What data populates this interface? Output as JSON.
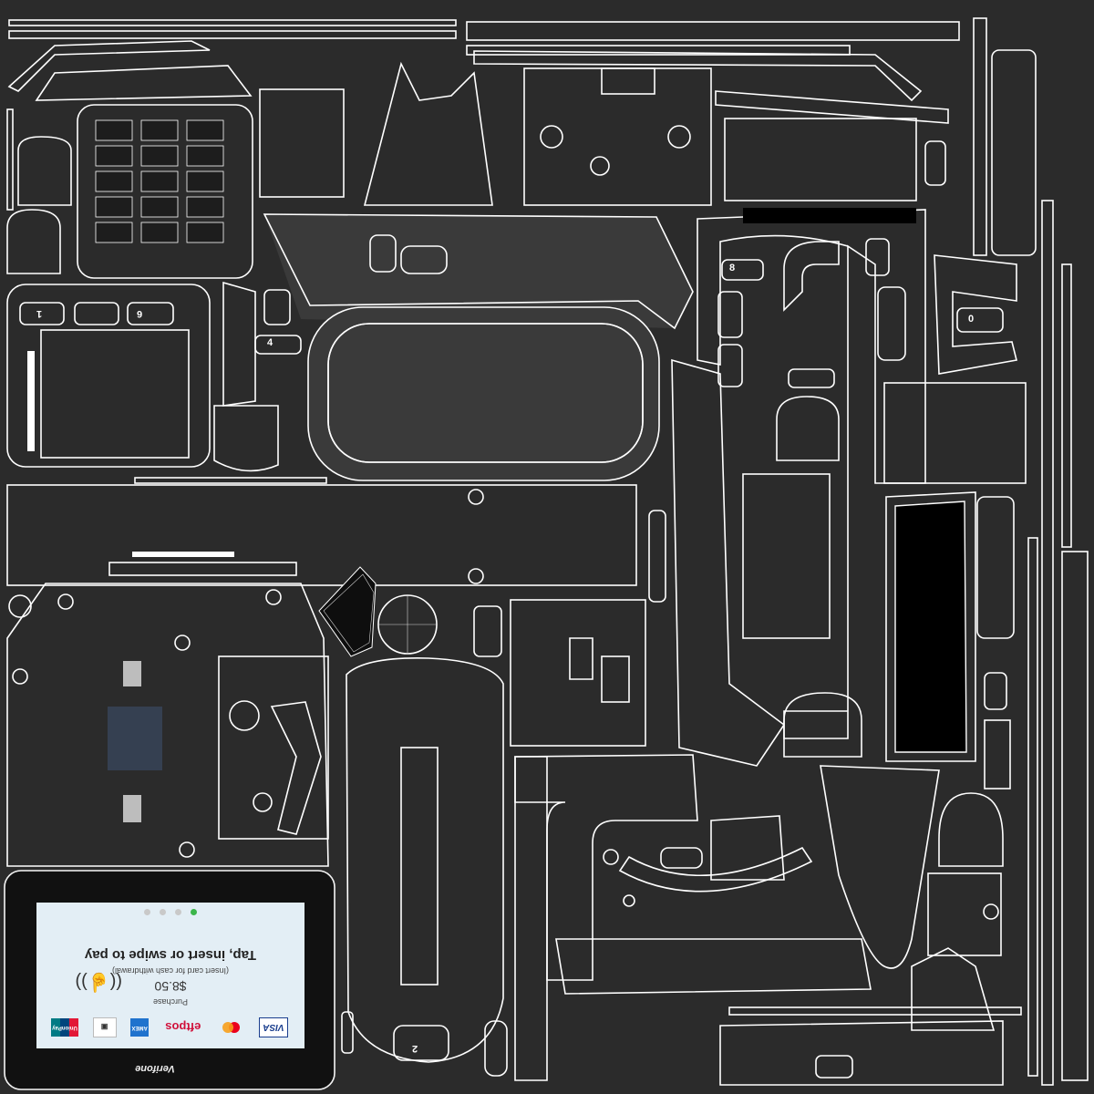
{
  "screen": {
    "prompt": "Tap, insert or swipe to pay",
    "hint": "(Insert card for cash withdrawal)",
    "amount": "$8.50",
    "purchase_label": "Purchase",
    "contactless_symbol": "((☝))",
    "logos": {
      "visa": "VISA",
      "efpos": "eftpos",
      "amex": "AMEX",
      "unionpay": "UnionPay"
    },
    "active_dot_color": "#3bb54a"
  },
  "brand": "Verifone",
  "keys": {
    "k1": "1",
    "k2": "2",
    "k4": "4",
    "k6": "6",
    "k8": "8",
    "k0": "0"
  },
  "colors": {
    "background": "#2b2b2b",
    "island": "#3a3a3a",
    "wire": "#ffffff",
    "screen_bg": "#e3eef5"
  }
}
